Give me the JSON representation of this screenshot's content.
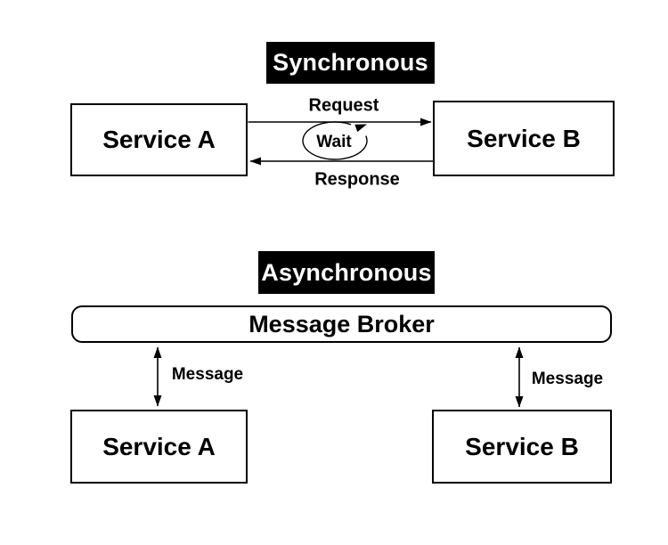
{
  "colors": {
    "background": "#ffffff",
    "ink": "#000000",
    "title_background": "#000000",
    "title_text": "#ffffff"
  },
  "sync": {
    "title": "Synchronous",
    "service_a": "Service A",
    "service_b": "Service B",
    "request_label": "Request",
    "response_label": "Response",
    "wait_label": "Wait"
  },
  "async": {
    "title": "Asynchronous",
    "broker_label": "Message Broker",
    "service_a": "Service A",
    "service_b": "Service B",
    "message_left_label": "Message",
    "message_right_label": "Message"
  }
}
